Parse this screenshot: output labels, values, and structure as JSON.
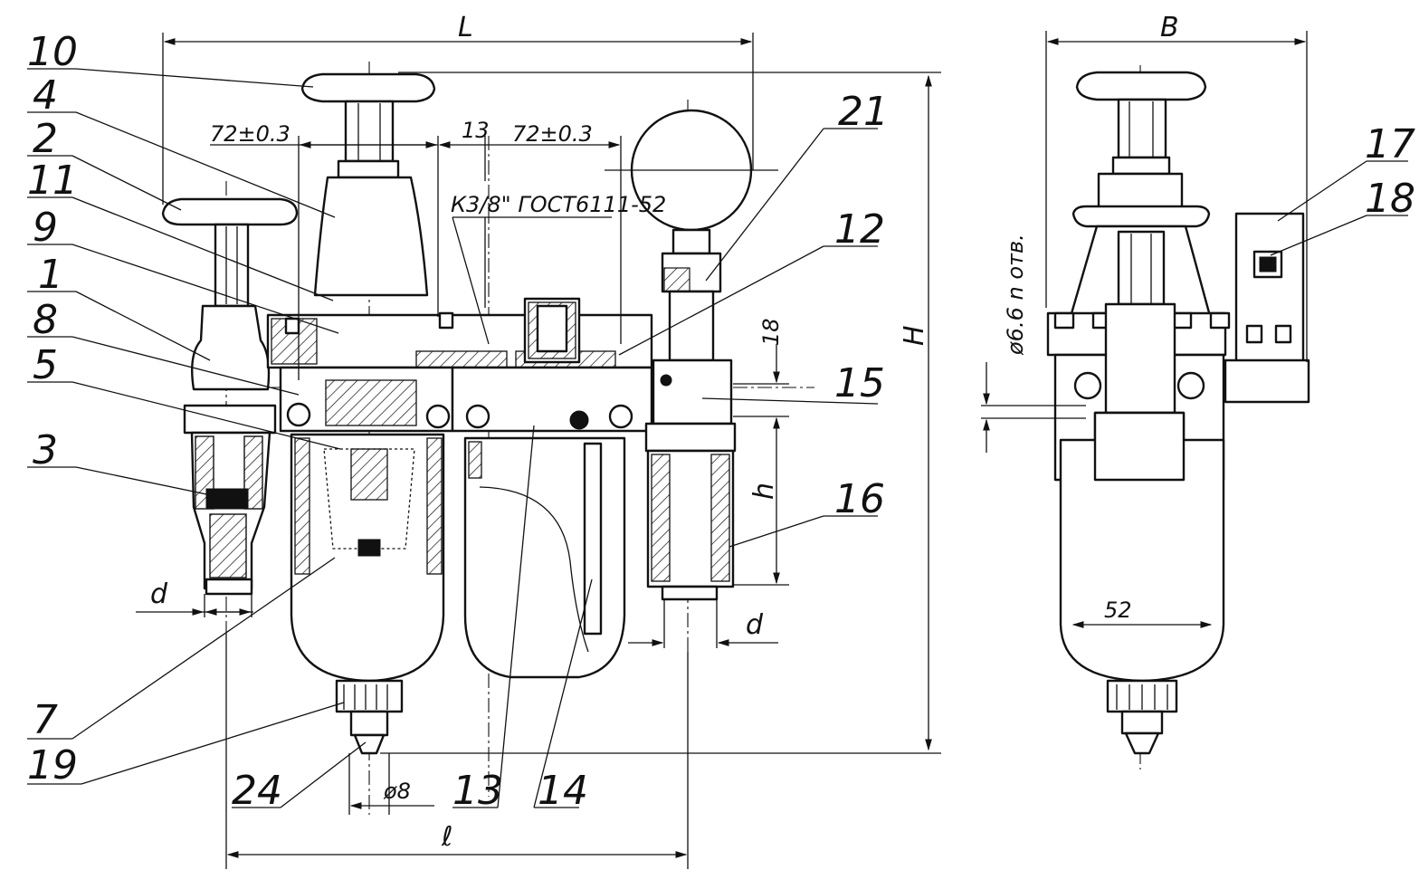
{
  "dimensions": {
    "L": "L",
    "B": "B",
    "H": "H",
    "d_left": "d",
    "d_right": "d",
    "h": "h",
    "ell": "ℓ",
    "tol_left": "72±0.3",
    "tol_right": "72±0.3",
    "thread": "К3/8\" ГОСТ6111-52",
    "dim_13": "13",
    "dim_18": "18",
    "dim_52": "52",
    "dim_d8": "ø8",
    "holes": "ø6.6 n отв."
  },
  "callouts": [
    "10",
    "4",
    "2",
    "11",
    "9",
    "1",
    "8",
    "5",
    "3",
    "7",
    "19",
    "24",
    "13",
    "14",
    "21",
    "12",
    "15",
    "16",
    "17",
    "18"
  ]
}
